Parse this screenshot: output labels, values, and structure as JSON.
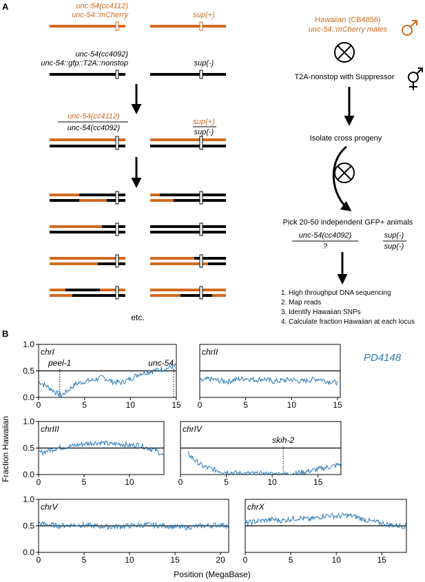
{
  "colors": {
    "orange": "#d2691e",
    "black": "#000000",
    "blue": "#2a7ab8",
    "gray": "#444444"
  },
  "panel_a": {
    "label": "A",
    "parent1_top": "unc-54(cc4112)",
    "parent1_bottom": "unc-54::mCherry",
    "parent1_sup": "sup(+)",
    "parent2_top": "unc-54(cc4092)",
    "parent2_bottom": "unc-54::gfp::T2A::nonstop",
    "parent2_sup": "sup(-)",
    "f1_num": "unc-54(cc4112)",
    "f1_den": "unc-54(cc4092)",
    "f1_sup_num": "sup(+)",
    "f1_sup_den": "sup(-)",
    "etc": "etc.",
    "hawaiian_line1": "Hawaiian (CB4856)",
    "hawaiian_line2": "unc-54::mCherry males",
    "male_icon": "male-symbol-icon",
    "cross_icon": "circled-x-icon",
    "hermaphrodite_icon": "hermaphrodite-symbol-icon",
    "t2a_label": "T2A-nonstop with Suppressor",
    "isolate_label": "Isolate cross progeny",
    "pick_label": "Pick 20-50 independent GFP+ animals",
    "pick_num": "unc-54(cc4092)",
    "pick_den": "?",
    "pick_sup_num": "sup(-)",
    "pick_sup_den": "sup(-)",
    "steps": [
      "1. High throughput DNA sequencing",
      "2. Map reads",
      "3. Identify Hawaiian SNPs",
      "4. Calculate fraction Hawaiian at each locus"
    ]
  },
  "panel_b": {
    "label": "B",
    "strain": "PD4148",
    "ylabel": "Fraction Hawaiian",
    "xlabel": "Position (MegaBase)"
  },
  "chart_data": [
    {
      "type": "line",
      "title": "chrI",
      "xlim": [
        0,
        15
      ],
      "ylim": [
        0,
        1
      ],
      "hline": 0.5,
      "xticks": [
        0,
        5,
        10,
        15
      ],
      "yticks": [
        0.0,
        0.5,
        1.0
      ],
      "series": [
        {
          "x": [
            0,
            1,
            2,
            2.5,
            3,
            4,
            5,
            6,
            7,
            8,
            9,
            10,
            11,
            12,
            13,
            14,
            15
          ],
          "values": [
            0.3,
            0.2,
            0.08,
            0.04,
            0.1,
            0.25,
            0.3,
            0.33,
            0.38,
            0.3,
            0.28,
            0.35,
            0.45,
            0.48,
            0.52,
            0.55,
            0.6
          ]
        }
      ],
      "annotations": [
        {
          "text": "peel-1",
          "x": 2.3
        },
        {
          "text": "unc-54",
          "x": 14.7
        }
      ]
    },
    {
      "type": "line",
      "title": "chrII",
      "xlim": [
        0,
        15.3
      ],
      "ylim": [
        0,
        1
      ],
      "hline": 0.5,
      "xticks": [
        0,
        5,
        10,
        15
      ],
      "yticks": [],
      "series": [
        {
          "x": [
            0,
            1,
            2,
            3,
            4,
            5,
            6,
            7,
            8,
            9,
            10,
            11,
            12,
            13,
            14,
            15
          ],
          "values": [
            0.3,
            0.35,
            0.32,
            0.3,
            0.34,
            0.36,
            0.33,
            0.35,
            0.3,
            0.32,
            0.34,
            0.3,
            0.33,
            0.35,
            0.3,
            0.28
          ]
        }
      ],
      "annotations": []
    },
    {
      "type": "line",
      "title": "chrIII",
      "xlim": [
        0,
        13.8
      ],
      "ylim": [
        0,
        1
      ],
      "hline": 0.5,
      "xticks": [
        0,
        5,
        10
      ],
      "yticks": [
        0.0,
        0.5,
        1.0
      ],
      "series": [
        {
          "x": [
            0,
            1,
            2,
            3,
            4,
            5,
            6,
            7,
            8,
            9,
            10,
            11,
            12,
            13,
            13.8
          ],
          "values": [
            0.4,
            0.45,
            0.5,
            0.52,
            0.55,
            0.58,
            0.6,
            0.6,
            0.57,
            0.58,
            0.55,
            0.56,
            0.5,
            0.45,
            0.35
          ]
        }
      ],
      "annotations": []
    },
    {
      "type": "line",
      "title": "chrIV",
      "xlim": [
        0,
        17.5
      ],
      "ylim": [
        0,
        1
      ],
      "hline": 0.5,
      "xticks": [
        0,
        5,
        10,
        15
      ],
      "yticks": [],
      "series": [
        {
          "x": [
            0.8,
            1.5,
            2.5,
            3.5,
            4.5,
            5.5,
            6.5,
            7.5,
            8.5,
            9.5,
            10.5,
            11.5,
            12.5,
            13.5,
            14.5,
            15.5,
            16.5,
            17.5
          ],
          "values": [
            0.4,
            0.28,
            0.15,
            0.1,
            0.06,
            0.04,
            0.02,
            0.02,
            0.01,
            0.01,
            0.01,
            0.01,
            0.02,
            0.05,
            0.08,
            0.12,
            0.15,
            0.2
          ]
        }
      ],
      "annotations": [
        {
          "text": "skih-2",
          "x": 11.2
        }
      ]
    },
    {
      "type": "line",
      "title": "chrV",
      "xlim": [
        0,
        20.9
      ],
      "ylim": [
        0,
        1
      ],
      "hline": 0.5,
      "xticks": [
        0,
        5,
        10,
        15,
        20
      ],
      "yticks": [
        0.0,
        0.5,
        1.0
      ],
      "series": [
        {
          "x": [
            0,
            2,
            4,
            6,
            8,
            10,
            12,
            14,
            16,
            18,
            20,
            20.9
          ],
          "values": [
            0.55,
            0.5,
            0.52,
            0.5,
            0.48,
            0.5,
            0.52,
            0.5,
            0.47,
            0.5,
            0.52,
            0.5
          ]
        }
      ],
      "annotations": []
    },
    {
      "type": "line",
      "title": "chrX",
      "xlim": [
        0,
        17.7
      ],
      "ylim": [
        0,
        1
      ],
      "hline": 0.5,
      "xticks": [
        0,
        5,
        10,
        15
      ],
      "yticks": [],
      "series": [
        {
          "x": [
            0,
            1,
            2,
            3,
            4,
            5,
            6,
            7,
            8,
            9,
            10,
            11,
            12,
            13,
            14,
            15,
            16,
            17,
            17.7
          ],
          "values": [
            0.55,
            0.58,
            0.6,
            0.62,
            0.6,
            0.63,
            0.65,
            0.62,
            0.66,
            0.7,
            0.68,
            0.7,
            0.68,
            0.62,
            0.58,
            0.55,
            0.52,
            0.5,
            0.5
          ]
        }
      ],
      "annotations": []
    }
  ]
}
